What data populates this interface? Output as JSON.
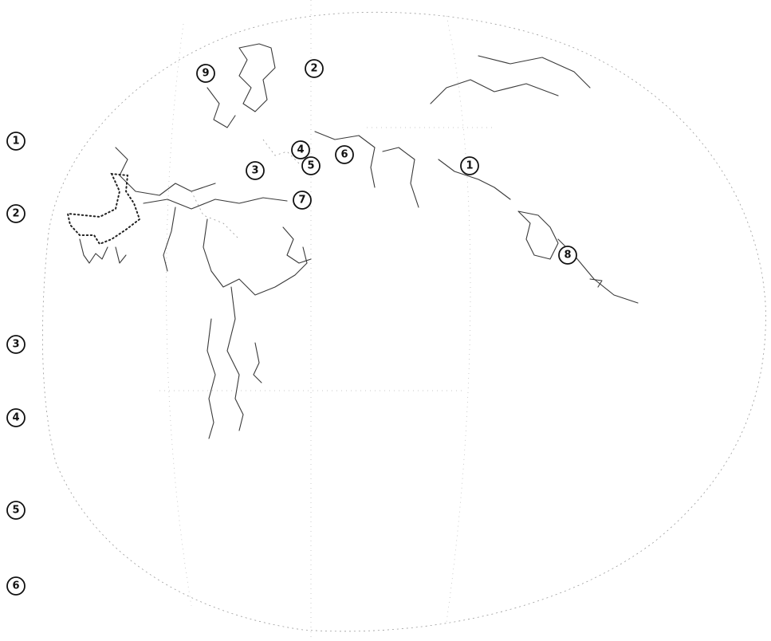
{
  "map": {
    "markers": [
      {
        "id": "map-1",
        "label": "①"
      },
      {
        "id": "map-2",
        "label": "②"
      },
      {
        "id": "map-3",
        "label": "③"
      },
      {
        "id": "map-4",
        "label": "④"
      },
      {
        "id": "map-5",
        "label": "⑤"
      },
      {
        "id": "map-6",
        "label": "⑥"
      },
      {
        "id": "map-7",
        "label": "⑦"
      },
      {
        "id": "map-8",
        "label": "⑧"
      },
      {
        "id": "map-9",
        "label": "⑨"
      }
    ]
  },
  "legend": {
    "items": [
      "①",
      "②",
      "③",
      "④",
      "⑤",
      "⑥"
    ]
  },
  "colors": {
    "ink": "#111111",
    "coast": "#3a3a3a",
    "faint": "#9a9a9a",
    "background": "#ffffff"
  }
}
